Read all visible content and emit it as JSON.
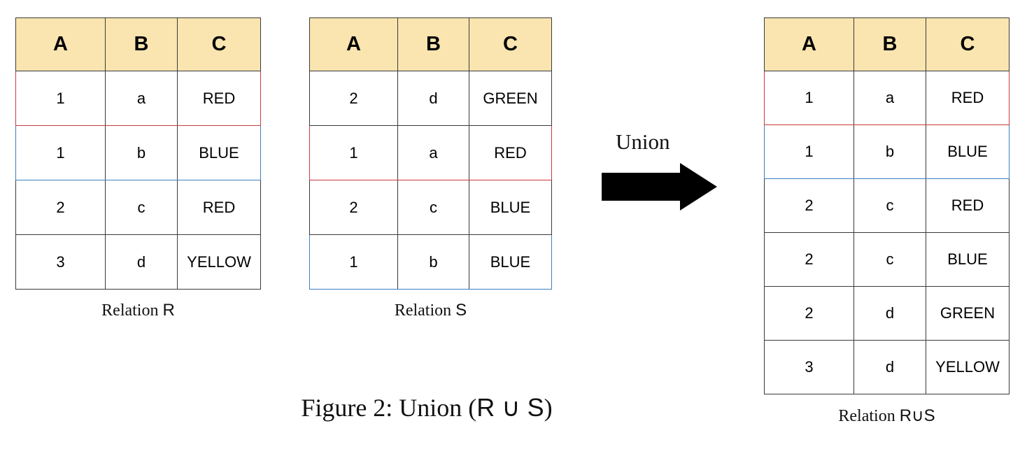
{
  "figure": {
    "caption_prefix": "Figure 2: Union (",
    "caption_expr": "R ∪ S",
    "caption_suffix": ")",
    "operator_label": "Union",
    "arrow_icon": "right-arrow-icon"
  },
  "colors": {
    "header_background": "#FAE5B0",
    "highlight_red": "#C9393C",
    "highlight_blue": "#3B7FC4",
    "grid_border": "#3A3A3A",
    "arrow_fill": "#000000",
    "page_background": "#FFFFFF"
  },
  "columns": [
    "A",
    "B",
    "C"
  ],
  "relations": {
    "R": {
      "caption_prefix": "Relation ",
      "caption_name": "R",
      "headers": [
        "A",
        "B",
        "C"
      ],
      "rows": [
        {
          "A": "1",
          "B": "a",
          "C": "RED",
          "highlight": "red"
        },
        {
          "A": "1",
          "B": "b",
          "C": "BLUE",
          "highlight": "blue"
        },
        {
          "A": "2",
          "B": "c",
          "C": "RED",
          "highlight": "none"
        },
        {
          "A": "3",
          "B": "d",
          "C": "YELLOW",
          "highlight": "none"
        }
      ]
    },
    "S": {
      "caption_prefix": "Relation ",
      "caption_name": "S",
      "headers": [
        "A",
        "B",
        "C"
      ],
      "rows": [
        {
          "A": "2",
          "B": "d",
          "C": "GREEN",
          "highlight": "none"
        },
        {
          "A": "1",
          "B": "a",
          "C": "RED",
          "highlight": "red"
        },
        {
          "A": "2",
          "B": "c",
          "C": "BLUE",
          "highlight": "none"
        },
        {
          "A": "1",
          "B": "b",
          "C": "BLUE",
          "highlight": "blue"
        }
      ]
    },
    "RUS": {
      "caption_prefix": "Relation ",
      "caption_name": "R∪S",
      "headers": [
        "A",
        "B",
        "C"
      ],
      "rows": [
        {
          "A": "1",
          "B": "a",
          "C": "RED",
          "highlight": "red"
        },
        {
          "A": "1",
          "B": "b",
          "C": "BLUE",
          "highlight": "blue"
        },
        {
          "A": "2",
          "B": "c",
          "C": "RED",
          "highlight": "none"
        },
        {
          "A": "2",
          "B": "c",
          "C": "BLUE",
          "highlight": "none"
        },
        {
          "A": "2",
          "B": "d",
          "C": "GREEN",
          "highlight": "none"
        },
        {
          "A": "3",
          "B": "d",
          "C": "YELLOW",
          "highlight": "none"
        }
      ]
    }
  }
}
